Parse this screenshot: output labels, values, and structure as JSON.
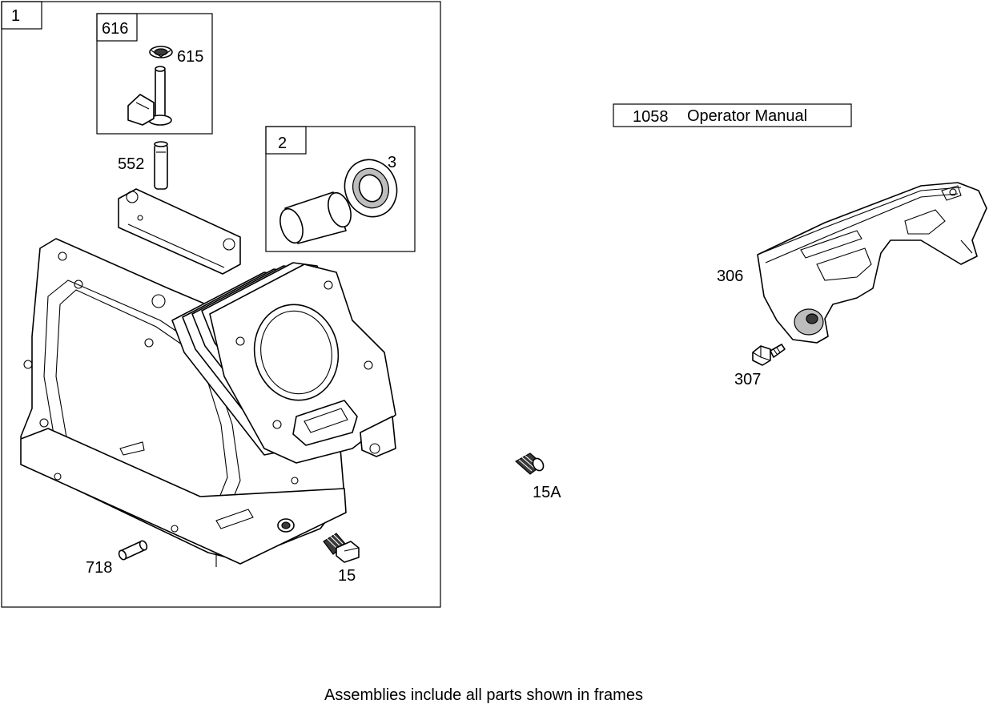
{
  "frames": {
    "main_frame": "1",
    "valve_frame": "616",
    "seal_frame": "2"
  },
  "labels": {
    "p615": "615",
    "p552": "552",
    "p3": "3",
    "p718": "718",
    "p15": "15",
    "p15a": "15A",
    "p306": "306",
    "p307": "307"
  },
  "manual": {
    "number": "1058",
    "title": "Operator Manual"
  },
  "footer": {
    "note": "Assemblies include all parts shown in frames"
  }
}
